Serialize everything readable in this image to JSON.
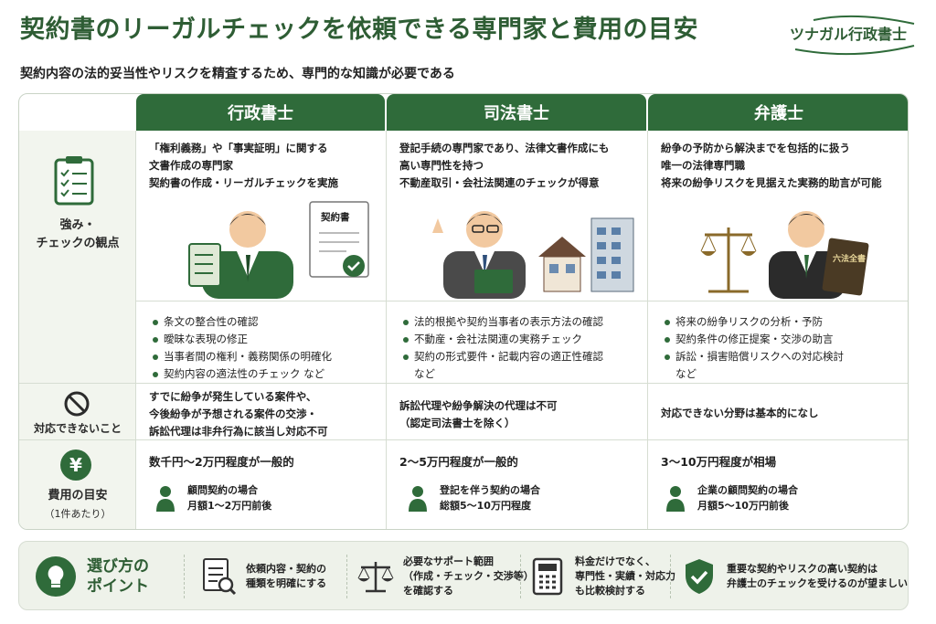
{
  "header": {
    "title": "契約書のリーガルチェックを依頼できる専門家と費用の目安",
    "subtitle": "契約内容の法的妥当性やリスクを精査するため、専門的な知識が必要である",
    "brand": "ツナガル行政書士"
  },
  "columns": [
    {
      "name": "行政書士",
      "strengths": [
        "「権利義務」や「事実証明」に関する",
        "文書作成の専門家",
        "契約書の作成・リーガルチェックを実施"
      ],
      "doc_label": "契約書",
      "points": [
        "条文の整合性の確認",
        "曖昧な表現の修正",
        "当事者間の権利・義務関係の明確化",
        "契約内容の適法性のチェック など"
      ],
      "cannot": [
        "すでに紛争が発生している案件や、",
        "今後紛争が予想される案件の交渉・",
        "訴訟代理は非弁行為に該当し対応不可"
      ],
      "fee_main": "数千円〜2万円程度が一般的",
      "fee_case": "顧問契約の場合",
      "fee_amount": "月額1〜2万円前後"
    },
    {
      "name": "司法書士",
      "strengths": [
        "登記手続の専門家であり、法律文書作成にも",
        "高い専門性を持つ",
        "不動産取引・会社法関連のチェックが得意"
      ],
      "points": [
        "法的根拠や契約当事者の表示方法の確認",
        "不動産・会社法関連の実務チェック",
        "契約の形式要件・記載内容の適正性確認",
        "など"
      ],
      "cannot": [
        "訴訟代理や紛争解決の代理は不可",
        "（認定司法書士を除く）"
      ],
      "fee_main": "2〜5万円程度が一般的",
      "fee_case": "登記を伴う契約の場合",
      "fee_amount": "総額5〜10万円程度"
    },
    {
      "name": "弁護士",
      "strengths": [
        "紛争の予防から解決までを包括的に扱う",
        "唯一の法律専門職",
        "将来の紛争リスクを見据えた実務的助言が可能"
      ],
      "book_label": "六法全書",
      "points": [
        "将来の紛争リスクの分析・予防",
        "契約条件の修正提案・交渉の助言",
        "訴訟・損害賠償リスクへの対応検討",
        "など"
      ],
      "cannot": [
        "対応できない分野は基本的になし"
      ],
      "fee_main": "3〜10万円程度が相場",
      "fee_case": "企業の顧問契約の場合",
      "fee_amount": "月額5〜10万円前後"
    }
  ],
  "row_labels": {
    "strength_1": "強み・",
    "strength_2": "チェックの観点",
    "cannot": "対応できないこと",
    "fee_1": "費用の目安",
    "fee_2": "（1件あたり）"
  },
  "tips": {
    "title_1": "選び方の",
    "title_2": "ポイント",
    "items": [
      {
        "icon": "document-search-icon",
        "lines": [
          "依頼内容・契約の",
          "種類を明確にする"
        ]
      },
      {
        "icon": "scales-icon",
        "lines": [
          "必要なサポート範囲",
          "（作成・チェック・交渉等）",
          "を確認する"
        ]
      },
      {
        "icon": "calculator-icon",
        "lines": [
          "料金だけでなく、",
          "専門性・実績・対応力",
          "も比較検討する"
        ]
      },
      {
        "icon": "shield-check-icon",
        "lines": [
          "重要な契約やリスクの高い契約は",
          "弁護士のチェックを受けるのが望ましい"
        ]
      }
    ]
  },
  "colors": {
    "primary": "#2f6b3a",
    "accent_bg": "#f2f5ee",
    "text": "#1f1f1f"
  }
}
